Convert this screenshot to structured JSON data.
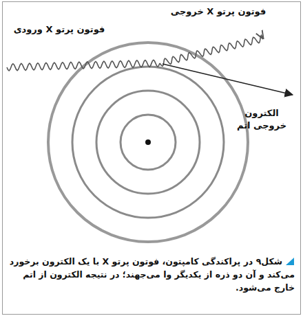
{
  "diagram": {
    "caption": "شکل۹ در پراکندگی کامپتون، فوتون پرتو X با یک الکترون برخورد می‌کند و آن دو ذره از یکدیگر وا می‌جهند؛ در نتیجه الکترون از اتم خارج می‌شود.",
    "labels": [
      "فوتون پرتو X خروجی",
      "فوتون پرتو X ورودی",
      "الکترون خروجی اتم"
    ]
  }
}
